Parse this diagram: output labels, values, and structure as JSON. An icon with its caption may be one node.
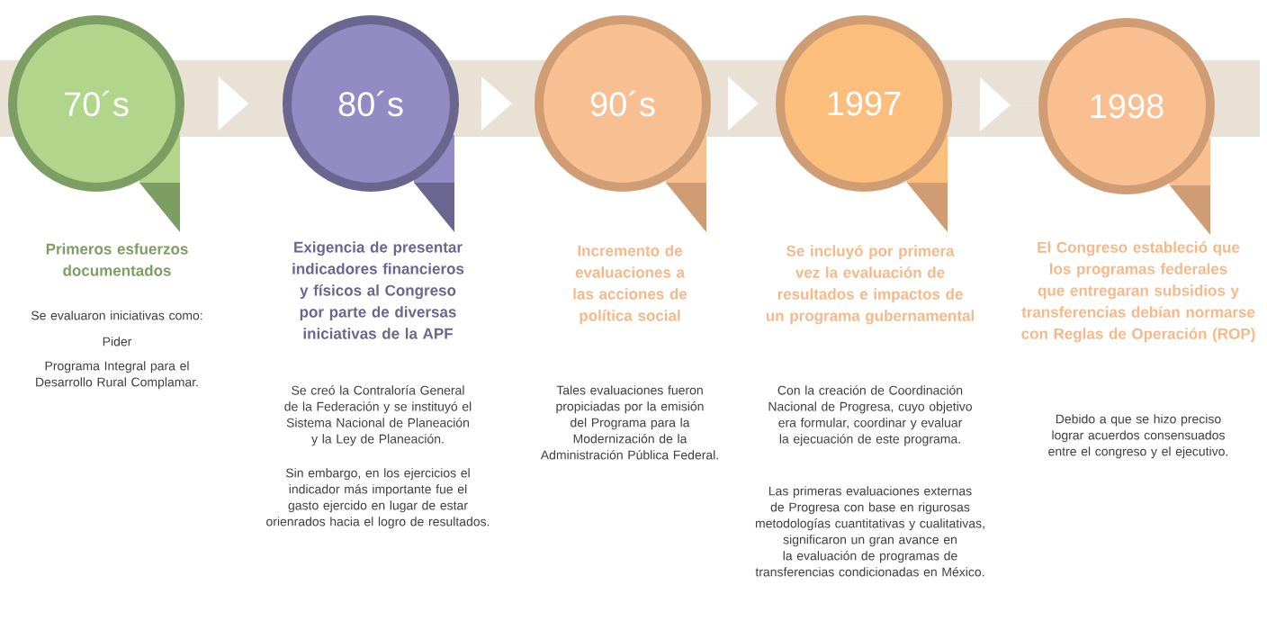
{
  "diagram": {
    "nodes": [
      {
        "text": [
          "70´s"
        ],
        "beside": [
          "Primeros esfuerzos documentados"
        ]
      },
      {
        "text": [
          "80´s"
        ],
        "beside": [
          "Exigencia de presentar indicadores financieros y físicos al Congreso por parte de diversas iniciativas de la APF"
        ]
      },
      {
        "text": [
          "90´s"
        ],
        "beside": [
          "Incremento de evaluaciones a las acciones de política social"
        ]
      },
      {
        "text": [
          "1997"
        ],
        "beside": [
          "Se incluyó por primera vez la evaluación de resultados e impactos de un programa gubernamental"
        ]
      },
      {
        "text": [
          "1998"
        ],
        "beside": [
          "El Congreso estableció que los programas federales que entregaran subsidios y transferencias debían normarse con Reglas de Operación (ROP)"
        ]
      }
    ],
    "edges": [
      {
        "from": 0,
        "to": 1,
        "arrow": "to"
      },
      {
        "from": 1,
        "to": 2,
        "arrow": "to"
      },
      {
        "from": 2,
        "to": 3,
        "arrow": "to"
      },
      {
        "from": 3,
        "to": 4,
        "arrow": "to"
      }
    ],
    "labels": [
      "Se evaluaron iniciativas como:",
      "Pider",
      "Programa Integral para el Desarrollo Rural Complamar.",
      "Se creó la Contraloría General de la Federación y se instituyó el Sistema Nacional de Planeación y la Ley de Planeación.",
      "Sin embargo, en los ejercicios el indicador más importante fue el gasto ejercido en lugar de estar orienrados hacia el logro de resultados.",
      "Tales evaluaciones fueron propiciadas por la emisión del Programa para la Modernización de la Administración Pública Federal.",
      "Con la creación de Coordinación Nacional de Progresa, cuyo objetivo era formular, coordinar y evaluar la ejecuación de este programa.",
      "Las primeras evaluaciones externas de Progresa con base en rigurosas metodologías cuantitativas y cualitativas, significaron un gran avance en la evaluación de programas de transferencias condicionadas en México.",
      "Debido a que se hizo preciso lograr acuerdos consensuados entre el congreso y el ejecutivo."
    ]
  }
}
